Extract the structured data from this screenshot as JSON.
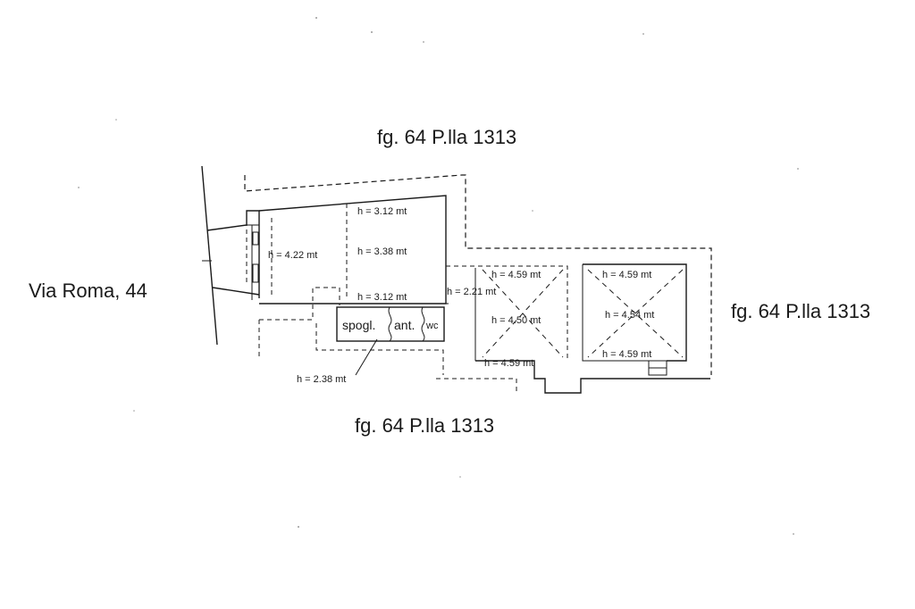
{
  "labels": {
    "parcel_top": "fg. 64 P.lla 1313",
    "parcel_right": "fg. 64 P.lla 1313",
    "parcel_bottom": "fg. 64 P.lla 1313",
    "street": "Via Roma, 44"
  },
  "rooms": {
    "spogliatoio": "spogl.",
    "antibagno": "ant.",
    "wc": "wc"
  },
  "heights": {
    "main_top": "h = 3.12 mt",
    "main_center": "h = 3.38 mt",
    "main_left": "h = 4.22 mt",
    "main_bottom": "h = 3.12 mt",
    "passage": "h = 2.21 mt",
    "mid_top": "h = 4.59 mt",
    "mid_center": "h = 4.50 mt",
    "mid_bottom": "h = 4.59 mt",
    "right_top": "h = 4.59 mt",
    "right_center": "h = 4.54 mt",
    "right_bottom": "h = 4.59 mt",
    "service": "h = 2.38 mt"
  }
}
